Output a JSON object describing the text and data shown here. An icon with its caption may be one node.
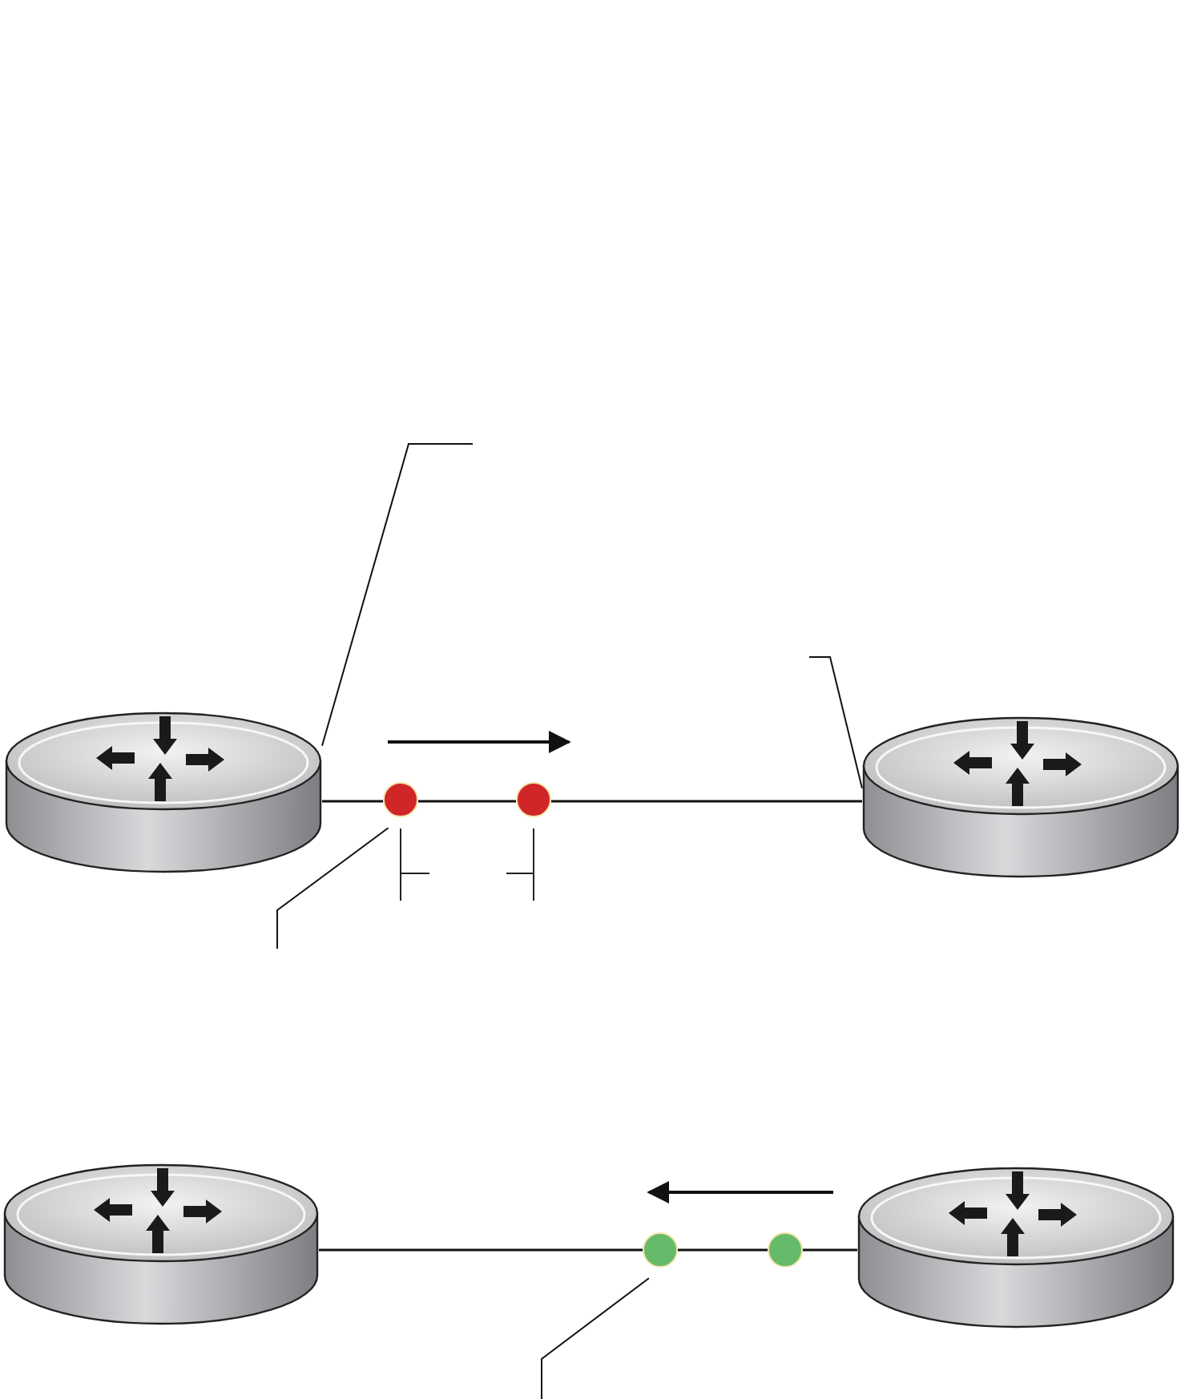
{
  "diagram": {
    "nodes": [
      {
        "text": [],
        "shape": "router"
      },
      {
        "text": [],
        "shape": "circle"
      },
      {
        "text": [],
        "shape": "circle"
      },
      {
        "text": [],
        "shape": "router"
      },
      {
        "text": [],
        "shape": "router"
      },
      {
        "text": [],
        "shape": "circle"
      },
      {
        "text": [],
        "shape": "circle"
      },
      {
        "text": [],
        "shape": "router"
      }
    ],
    "edges": [
      {
        "from": 0,
        "to": 1,
        "arrow": "none"
      },
      {
        "from": 1,
        "to": 2,
        "arrow": "none"
      },
      {
        "from": 2,
        "to": 3,
        "arrow": "none"
      },
      {
        "from": 4,
        "to": 5,
        "arrow": "none"
      },
      {
        "from": 5,
        "to": 6,
        "arrow": "none"
      },
      {
        "from": 6,
        "to": 7,
        "arrow": "none"
      },
      {
        "from": null,
        "to": 0,
        "arrow": "none"
      },
      {
        "from": null,
        "to": 3,
        "arrow": "none"
      },
      {
        "from": null,
        "to": 1,
        "arrow": "none"
      },
      {
        "from": null,
        "to": 5,
        "arrow": "none"
      }
    ]
  }
}
